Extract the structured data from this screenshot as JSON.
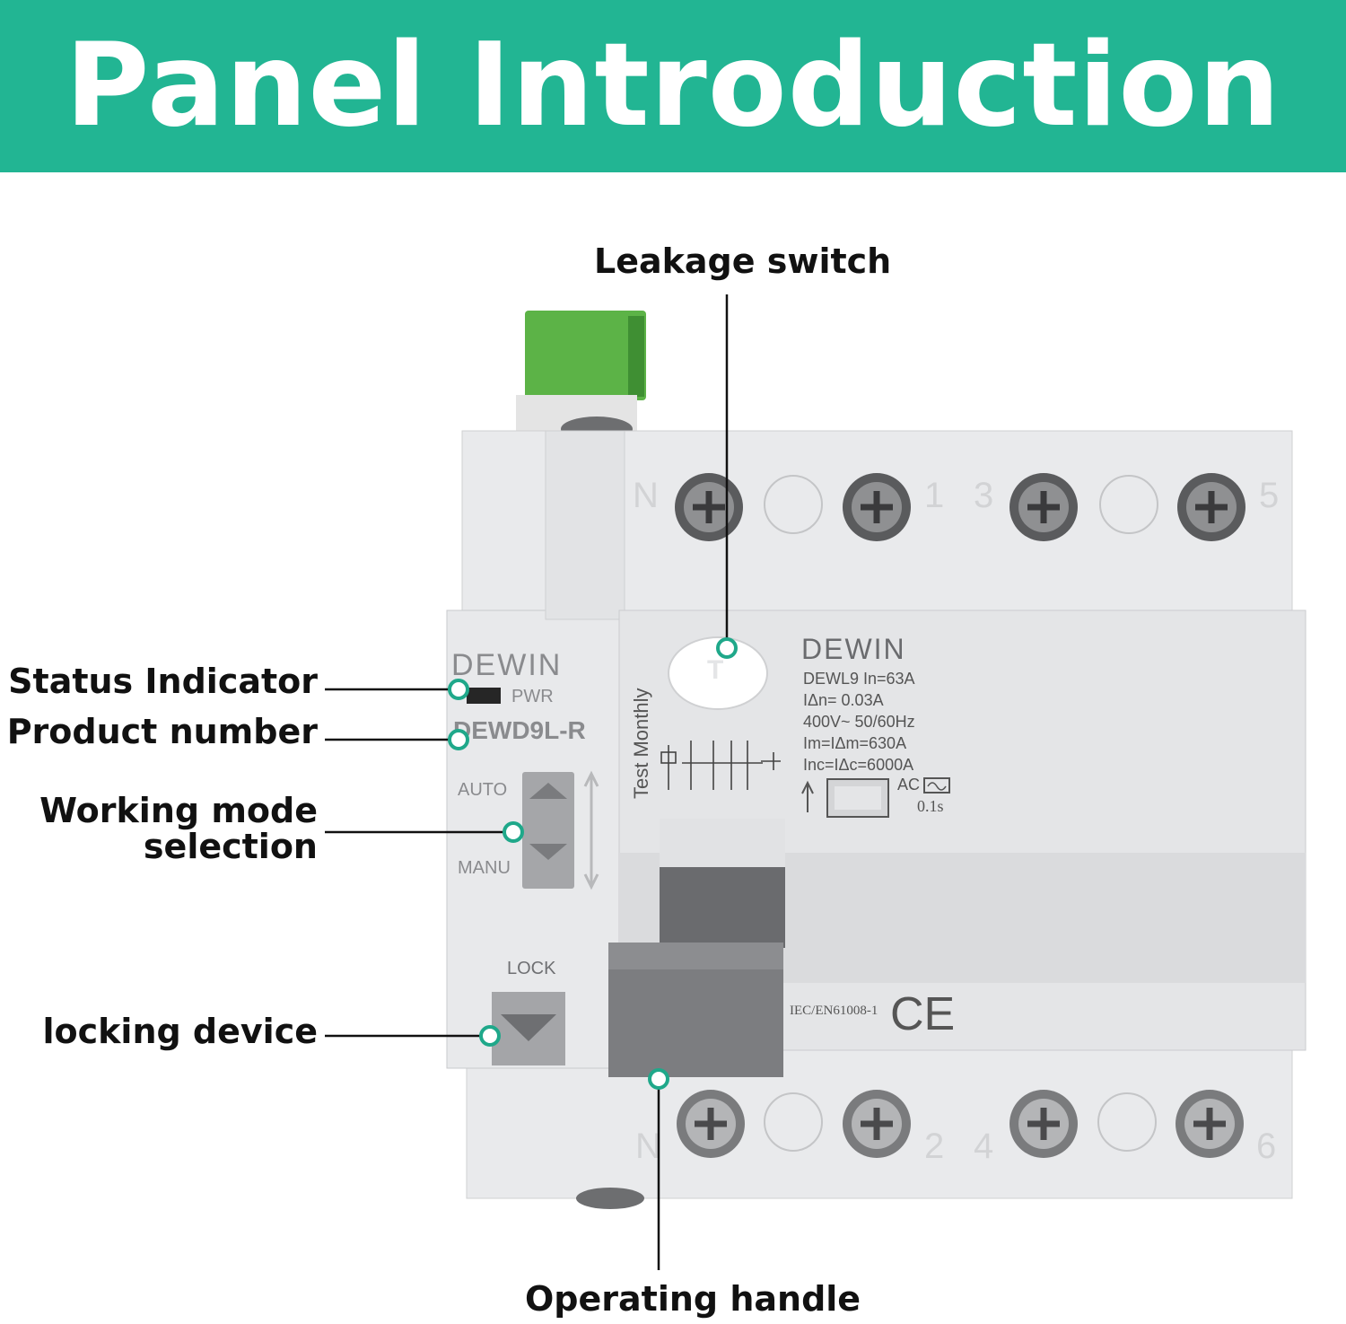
{
  "title": "Panel Introduction",
  "callouts": {
    "leakage_switch": "Leakage switch",
    "status_indicator": "Status Indicator",
    "product_number": "Product number",
    "working_mode_line1": "Working mode",
    "working_mode_line2": "selection",
    "locking_device": "locking device",
    "operating_handle": "Operating handle"
  },
  "device": {
    "brand_left": "DEWIN",
    "pwr_label": "PWR",
    "model_left": "DEWD9L-R",
    "auto_label": "AUTO",
    "manu_label": "MANU",
    "lock_label": "LOCK",
    "test_monthly": "Test Monthly",
    "test_button": "T",
    "brand_right": "DEWIN",
    "spec_lines": [
      "DEWL9  In=63A",
      "IΔn= 0.03A",
      "400V~ 50/60Hz",
      "Im=IΔm=630A",
      "Inc=IΔc=6000A"
    ],
    "ac_label": "AC",
    "time_label": "0.1s",
    "standard": "IEC/EN61008-1",
    "ce_mark": "CE",
    "top_terminals": [
      "N",
      "1",
      "3",
      "5"
    ],
    "bottom_terminals": [
      "N",
      "2",
      "4",
      "6"
    ]
  },
  "colors": {
    "banner": "#22b593",
    "accent_dot": "#1fa88a",
    "body_light": "#e6e7e9",
    "body_mid": "#d6d7da",
    "handle": "#7c7d80",
    "green_connector": "#5cb347"
  }
}
